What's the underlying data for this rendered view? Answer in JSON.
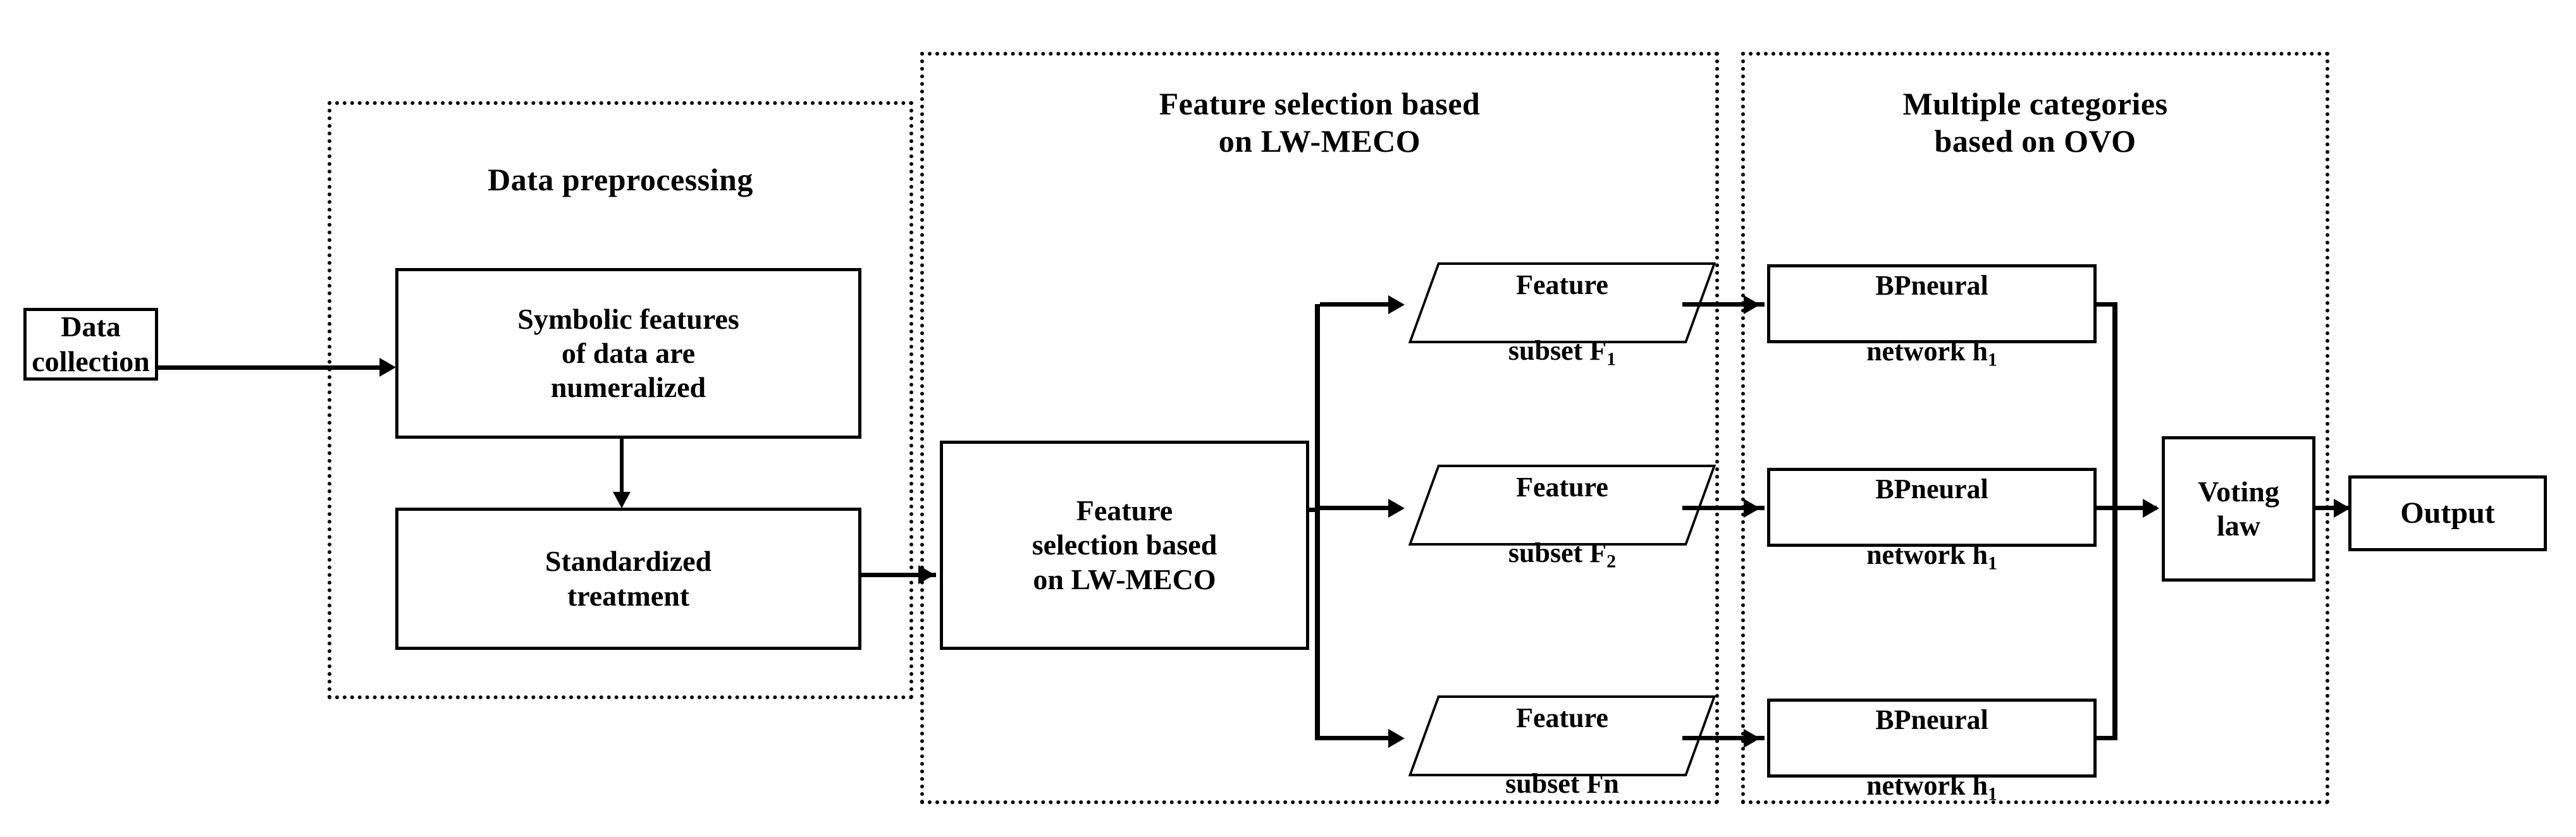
{
  "figure": {
    "kind": "flowchart",
    "background": "#ffffff",
    "stroke": "#000000"
  },
  "panels": [
    {
      "id": "preprocessing",
      "title": "Data preprocessing"
    },
    {
      "id": "feature_selection",
      "title": "Feature selection based\non LW-MECO"
    },
    {
      "id": "multiclass",
      "title": "Multiple categories\nbased on OVO"
    }
  ],
  "nodes": {
    "data_collection": "Data\ncollection",
    "symbolic": "Symbolic features\nof data are\nnumeralized",
    "standardized": "Standardized\ntreatment",
    "lw_meco": "Feature\nselection based\non LW-MECO",
    "voting": "Voting\nlaw",
    "output": "Output"
  },
  "feature_subsets": [
    {
      "line1": "Feature",
      "line2_prefix": "subset F",
      "line2_sub": "1"
    },
    {
      "line1": "Feature",
      "line2_prefix": "subset F",
      "line2_sub": "2"
    },
    {
      "line1": "Feature",
      "line2_prefix": "subset Fn",
      "line2_sub": ""
    }
  ],
  "classifiers": [
    {
      "line1": "BPneural",
      "line2_prefix": "network h",
      "line2_sub": "1"
    },
    {
      "line1": "BPneural",
      "line2_prefix": "network h",
      "line2_sub": "1"
    },
    {
      "line1": "BPneural",
      "line2_prefix": "network h",
      "line2_sub": "1"
    }
  ]
}
